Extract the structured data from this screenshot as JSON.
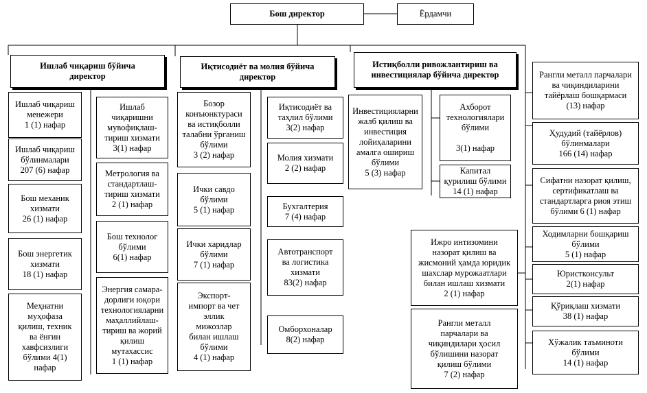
{
  "top": {
    "ceo": "Бош директор",
    "assistant": "Ёрдамчи"
  },
  "directors": {
    "production": "Ишлаб чиқариш бўйича\nдиректор",
    "economics": "Иқтисодиёт ва молия бўйича\nдиректор",
    "prospective": "Истиқболли ривожлантириш ва\nинвестициялар бўйича директор"
  },
  "production_left": [
    "Ишлаб чиқариш\nменежери\n1 (1) нафар",
    "Ишлаб чиқариш\nбўлинмалари\n207 (6) нафар",
    "Бош механик\nхизмати\n26 (1) нафар",
    "Бош энергетик\nхизмати\n18 (1) нафар",
    "Меҳнатни\nмуҳофаза\nқилиш, техник\nва ёнғин\nхавфсизлиги\nбўлими 4(1)\nнафар"
  ],
  "production_right": [
    "Ишлаб\nчиқаришни\nмувофиқлаш-\nтириш хизмати\n3(1) нафар",
    "Метрология ва\nстандартлаш-\nтириш хизмати\n2 (1) нафар",
    "Бош технолог\nбўлими\n6(1) нафар",
    "Энергия самара-\nдорлиги юқори\nтехнологияларни\nмаҳаллийлаш-\nтириш ва жорий\nқилиш\nмутахассис\n1 (1) нафар"
  ],
  "economics_left": [
    "Бозор\nконъюнктураси\nва истиқболли\nталабни ўрганиш\nбўлими\n3 (2) нафар",
    "Ички савдо\nбўлими\n5 (1) нафар",
    "Ички харидлар\nбўлими\n7 (1) нафар",
    "Экспорт-\nимпорт ва чет\nэллик\nмижозлар\nбилан ишлаш\nбўлими\n4 (1) нафар"
  ],
  "economics_right": [
    "Иқтисодиёт ва\nтаҳлил бўлими\n3(2) нафар",
    "Молия хизмати\n2 (2) нафар",
    "Бухгалтерия\n7 (4) нафар",
    "Автотранспорт\nва логистика\nхизмати\n83(2) нафар",
    "Омборхоналар\n8(2) нафар"
  ],
  "prospective_units": [
    "Инвестицияларни\nжалб қилиш ва\nинвестиция\nлойиҳаларини\nамалга ошириш\nбўлими\n5 (3) нафар",
    "Ахборот\nтехнологиялари\nбўлими\n\n3(1) нафар",
    "Капитал\nқурилиш бўлими\n14 (1) нафар"
  ],
  "control_units": [
    "Ижро интизомини\nназорат қилиш ва\nжисмоний ҳамда юридик\nшахслар мурожаатлари\nбилан ишлаш хизмати\n2 (1) нафар",
    "Рангли металл\nпарчалари ва\nчиқиндилари ҳосил\nбўлишини назорат\nқилиш бўлими\n7 (2) нафар"
  ],
  "right_column": [
    "Рангли металл парчалари\nва чиқиндиларини\nтайёрлаш бошқармаси\n(13) нафар",
    "Ҳудудий (тайёрлов)\nбўлинмалари\n166 (14) нафар",
    "Сифатни назорат қилиш,\nсертификатлаш ва\nстандартларга риоя этиш\nбўлими 6 (1) нафар",
    "Ходимларни бошқариш\nбўлими\n5 (1) нафар",
    "Юристконсульт\n2(1) нафар",
    "Қўриқлаш хизмати\n38 (1) нафар",
    "Хўжалик таъминоти\nбўлими\n14 (1) нафар"
  ]
}
